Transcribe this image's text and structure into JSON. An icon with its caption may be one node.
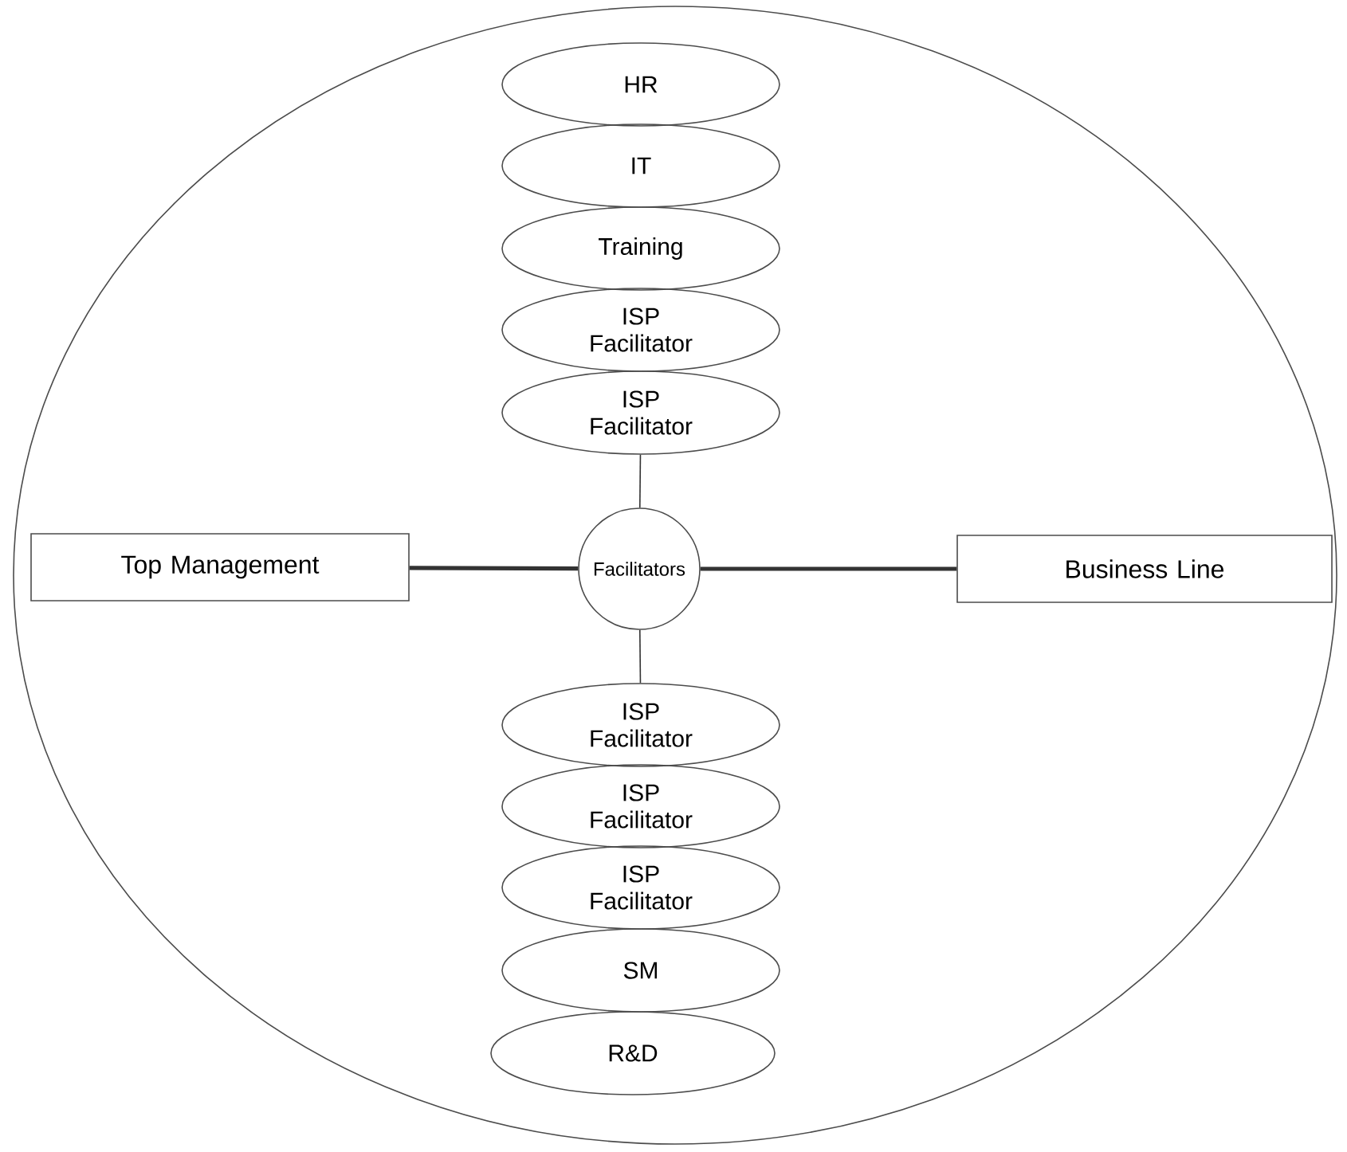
{
  "diagram": {
    "nodes": [
      {
        "text": [],
        "shape": "ellipse"
      },
      {
        "text": [
          "HR"
        ],
        "in": 0
      },
      {
        "text": [
          "IT"
        ],
        "in": 0
      },
      {
        "text": [
          "Training"
        ],
        "in": 0
      },
      {
        "text": [
          "ISP Facilitator"
        ],
        "in": 0
      },
      {
        "text": [
          "ISP Facilitator"
        ],
        "in": 0
      },
      {
        "text": [
          "Top Management"
        ],
        "in": 0
      },
      {
        "text": [
          "Facilitators"
        ],
        "in": 0
      },
      {
        "text": [
          "Business Line"
        ],
        "in": 0
      },
      {
        "text": [
          "ISP Facilitator"
        ],
        "in": 0
      },
      {
        "text": [
          "ISP Facilitator"
        ],
        "in": 0
      },
      {
        "text": [
          "ISP Facilitator"
        ],
        "in": 0
      },
      {
        "text": [
          "SM"
        ],
        "in": 0
      },
      {
        "text": [
          "R&D"
        ],
        "in": 0
      }
    ],
    "edges": [
      {
        "from": 6,
        "to": 7,
        "arrow": "none",
        "style": "thick"
      },
      {
        "from": 7,
        "to": 8,
        "arrow": "none",
        "style": "thick"
      },
      {
        "from": 5,
        "to": 7,
        "arrow": "none"
      },
      {
        "from": 7,
        "to": 9,
        "arrow": "none"
      }
    ]
  }
}
